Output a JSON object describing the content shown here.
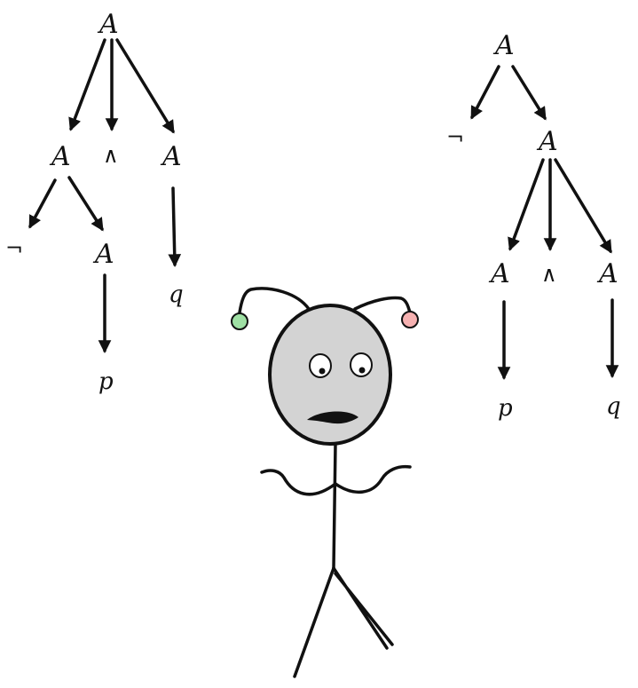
{
  "trees": [
    {
      "id": "left",
      "nodes": [
        {
          "id": "l-root",
          "label": "A"
        },
        {
          "id": "l-a1",
          "label": "A"
        },
        {
          "id": "l-and",
          "label": "∧"
        },
        {
          "id": "l-a2",
          "label": "A"
        },
        {
          "id": "l-neg",
          "label": "¬"
        },
        {
          "id": "l-a3",
          "label": "A"
        },
        {
          "id": "l-q",
          "label": "q"
        },
        {
          "id": "l-p",
          "label": "p"
        }
      ]
    },
    {
      "id": "right",
      "nodes": [
        {
          "id": "r-root",
          "label": "A"
        },
        {
          "id": "r-neg",
          "label": "¬"
        },
        {
          "id": "r-a1",
          "label": "A"
        },
        {
          "id": "r-a2",
          "label": "A"
        },
        {
          "id": "r-and",
          "label": "∧"
        },
        {
          "id": "r-a3",
          "label": "A"
        },
        {
          "id": "r-p",
          "label": "p"
        },
        {
          "id": "r-q",
          "label": "q"
        }
      ]
    }
  ],
  "character": {
    "antenna_colors": {
      "left": "#9fe0a4",
      "right": "#f6b1b1"
    },
    "head_color": "#d3d3d3",
    "line_color": "#111111"
  }
}
